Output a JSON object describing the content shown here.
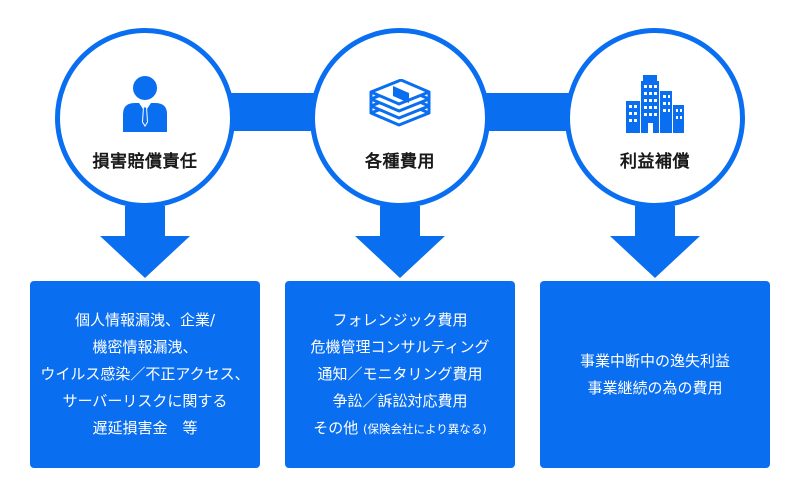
{
  "colors": {
    "accent": "#0a6ef0",
    "background": "#ffffff",
    "title_text": "#1a1a1a",
    "box_text": "#ffffff"
  },
  "columns": [
    {
      "title": "損害賠償責任",
      "icon": "businessman-icon",
      "lines": [
        "個人情報漏洩、企業/",
        "機密情報漏洩、",
        "ウイルス感染／不正アクセス、",
        "サーバーリスクに関する",
        "遅延損害金　等"
      ]
    },
    {
      "title": "各種費用",
      "icon": "money-stack-icon",
      "lines": [
        "フォレンジック費用",
        "危機管理コンサルティング",
        "通知／モニタリング費用",
        "争訟／訴訟対応費用"
      ],
      "last_line_main": "その他",
      "last_line_note": "(保険会社により異なる)"
    },
    {
      "title": "利益補償",
      "icon": "buildings-icon",
      "lines": [
        "事業中断中の逸失利益",
        "事業継続の為の費用"
      ]
    }
  ]
}
